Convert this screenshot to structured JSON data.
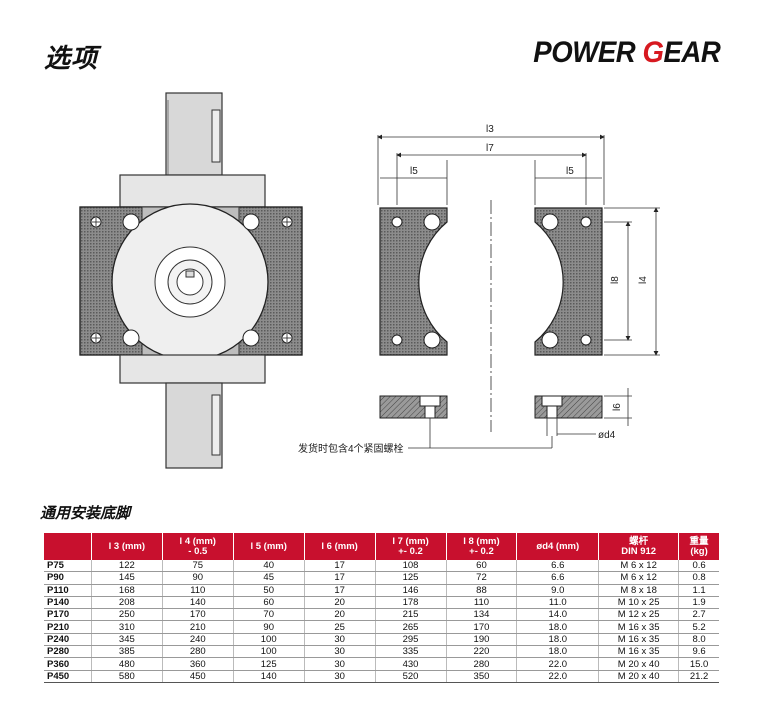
{
  "header": {
    "title": "选项",
    "brand_part1": "POWER ",
    "brand_accent": "G",
    "brand_part2": "EAR"
  },
  "drawing": {
    "labels": {
      "l3": "l3",
      "l7": "l7",
      "l5_left": "l5",
      "l5_right": "l5",
      "l8": "l8",
      "l4": "l4",
      "l6": "l6",
      "d4": "ød4"
    },
    "callout": "发货时包含4个紧固螺栓"
  },
  "section_title": "通用安装底脚",
  "table": {
    "headers": [
      "",
      "l 3 (mm)",
      "l 4 (mm)\n- 0.5",
      "l 5 (mm)",
      "l 6 (mm)",
      "l 7 (mm)\n+- 0.2",
      "l 8 (mm)\n+- 0.2",
      "ød4 (mm)",
      "螺杆\nDIN 912",
      "重量\n(kg)"
    ],
    "rows": [
      [
        "P75",
        "122",
        "75",
        "40",
        "17",
        "108",
        "60",
        "6.6",
        "M 6 x 12",
        "0.6"
      ],
      [
        "P90",
        "145",
        "90",
        "45",
        "17",
        "125",
        "72",
        "6.6",
        "M 6 x 12",
        "0.8"
      ],
      [
        "P110",
        "168",
        "110",
        "50",
        "17",
        "146",
        "88",
        "9.0",
        "M 8 x 18",
        "1.1"
      ],
      [
        "P140",
        "208",
        "140",
        "60",
        "20",
        "178",
        "110",
        "11.0",
        "M 10 x 25",
        "1.9"
      ],
      [
        "P170",
        "250",
        "170",
        "70",
        "20",
        "215",
        "134",
        "14.0",
        "M 12 x 25",
        "2.7"
      ],
      [
        "P210",
        "310",
        "210",
        "90",
        "25",
        "265",
        "170",
        "18.0",
        "M 16 x 35",
        "5.2"
      ],
      [
        "P240",
        "345",
        "240",
        "100",
        "30",
        "295",
        "190",
        "18.0",
        "M 16 x 35",
        "8.0"
      ],
      [
        "P280",
        "385",
        "280",
        "100",
        "30",
        "335",
        "220",
        "18.0",
        "M 16 x 35",
        "9.6"
      ],
      [
        "P360",
        "480",
        "360",
        "125",
        "30",
        "430",
        "280",
        "22.0",
        "M 20 x 40",
        "15.0"
      ],
      [
        "P450",
        "580",
        "450",
        "140",
        "30",
        "520",
        "350",
        "22.0",
        "M 20 x 40",
        "21.2"
      ]
    ]
  }
}
